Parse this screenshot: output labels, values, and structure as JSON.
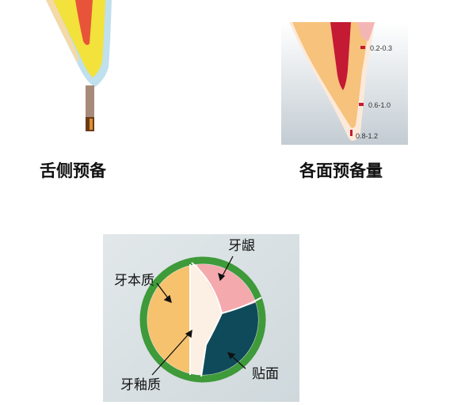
{
  "captions": {
    "lingual_prep": "舌侧预备",
    "reduction_amounts": "各面预备量"
  },
  "measurements": [
    "0.2-0.3",
    "0.6-1.0",
    "0.8-1.2"
  ],
  "cross_section_labels": {
    "gingiva": "牙龈",
    "dentin": "牙本质",
    "enamel": "牙釉质",
    "veneer": "贴面"
  },
  "colors": {
    "dentin": "#f7c26e",
    "enamel": "#fcefe3",
    "gingiva": "#f4a9ad",
    "veneer": "#0f4a5a",
    "ring": "#3f9a3a",
    "pulp": "#c41a33",
    "panel_bg": "#d5dde2"
  }
}
